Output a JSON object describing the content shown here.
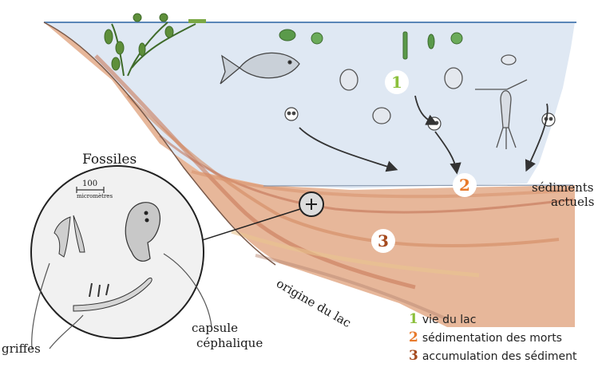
{
  "colors": {
    "water": "#dbe6f2",
    "sediment_current": "#d9a17f",
    "sediment_deep": "#c98a6a",
    "green": "#8bbf3a",
    "orange": "#e87a2c",
    "brown": "#a54a1f"
  },
  "numbers": {
    "one": "1",
    "two": "2",
    "three": "3"
  },
  "labels": {
    "current_sediments_line1": "sédiments",
    "current_sediments_line2": "actuels",
    "lake_origin": "origine du lac",
    "fossils_title": "Fossiles",
    "scale_value": "100",
    "scale_unit": "micromètres",
    "claws": "griffes",
    "head_capsule_line1": "capsule",
    "head_capsule_line2": "céphalique"
  },
  "legend": [
    {
      "number": "1",
      "text": "vie du lac"
    },
    {
      "number": "2",
      "text": "sédimentation des morts"
    },
    {
      "number": "3",
      "text": "accumulation des sédiment"
    }
  ]
}
